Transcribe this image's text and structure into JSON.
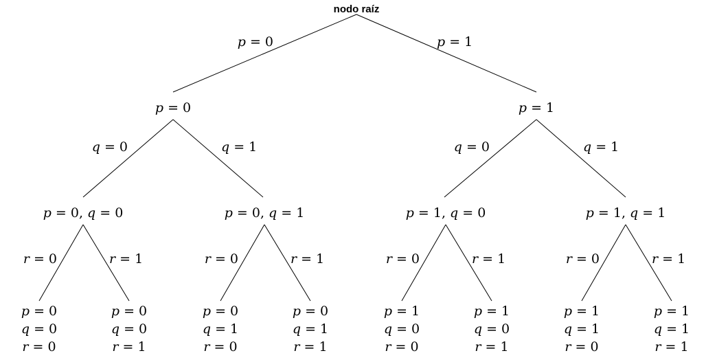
{
  "root": {
    "label": "nodo raíz"
  },
  "level1": {
    "edges": [
      {
        "var": "p",
        "val": "0"
      },
      {
        "var": "p",
        "val": "1"
      }
    ],
    "nodes": [
      {
        "parts": [
          {
            "var": "p",
            "val": "0"
          }
        ]
      },
      {
        "parts": [
          {
            "var": "p",
            "val": "1"
          }
        ]
      }
    ]
  },
  "level2": {
    "edges": [
      {
        "var": "q",
        "val": "0"
      },
      {
        "var": "q",
        "val": "1"
      },
      {
        "var": "q",
        "val": "0"
      },
      {
        "var": "q",
        "val": "1"
      }
    ],
    "nodes": [
      {
        "parts": [
          {
            "var": "p",
            "val": "0"
          },
          {
            "var": "q",
            "val": "0"
          }
        ]
      },
      {
        "parts": [
          {
            "var": "p",
            "val": "0"
          },
          {
            "var": "q",
            "val": "1"
          }
        ]
      },
      {
        "parts": [
          {
            "var": "p",
            "val": "1"
          },
          {
            "var": "q",
            "val": "0"
          }
        ]
      },
      {
        "parts": [
          {
            "var": "p",
            "val": "1"
          },
          {
            "var": "q",
            "val": "1"
          }
        ]
      }
    ]
  },
  "level3": {
    "edges": [
      {
        "var": "r",
        "val": "0"
      },
      {
        "var": "r",
        "val": "1"
      },
      {
        "var": "r",
        "val": "0"
      },
      {
        "var": "r",
        "val": "1"
      },
      {
        "var": "r",
        "val": "0"
      },
      {
        "var": "r",
        "val": "1"
      },
      {
        "var": "r",
        "val": "0"
      },
      {
        "var": "r",
        "val": "1"
      }
    ],
    "leaves": [
      [
        {
          "var": "p",
          "val": "0"
        },
        {
          "var": "q",
          "val": "0"
        },
        {
          "var": "r",
          "val": "0"
        }
      ],
      [
        {
          "var": "p",
          "val": "0"
        },
        {
          "var": "q",
          "val": "0"
        },
        {
          "var": "r",
          "val": "1"
        }
      ],
      [
        {
          "var": "p",
          "val": "0"
        },
        {
          "var": "q",
          "val": "1"
        },
        {
          "var": "r",
          "val": "0"
        }
      ],
      [
        {
          "var": "p",
          "val": "0"
        },
        {
          "var": "q",
          "val": "1"
        },
        {
          "var": "r",
          "val": "1"
        }
      ],
      [
        {
          "var": "p",
          "val": "1"
        },
        {
          "var": "q",
          "val": "0"
        },
        {
          "var": "r",
          "val": "0"
        }
      ],
      [
        {
          "var": "p",
          "val": "1"
        },
        {
          "var": "q",
          "val": "0"
        },
        {
          "var": "r",
          "val": "1"
        }
      ],
      [
        {
          "var": "p",
          "val": "1"
        },
        {
          "var": "q",
          "val": "1"
        },
        {
          "var": "r",
          "val": "0"
        }
      ],
      [
        {
          "var": "p",
          "val": "1"
        },
        {
          "var": "q",
          "val": "1"
        },
        {
          "var": "r",
          "val": "1"
        }
      ]
    ]
  }
}
